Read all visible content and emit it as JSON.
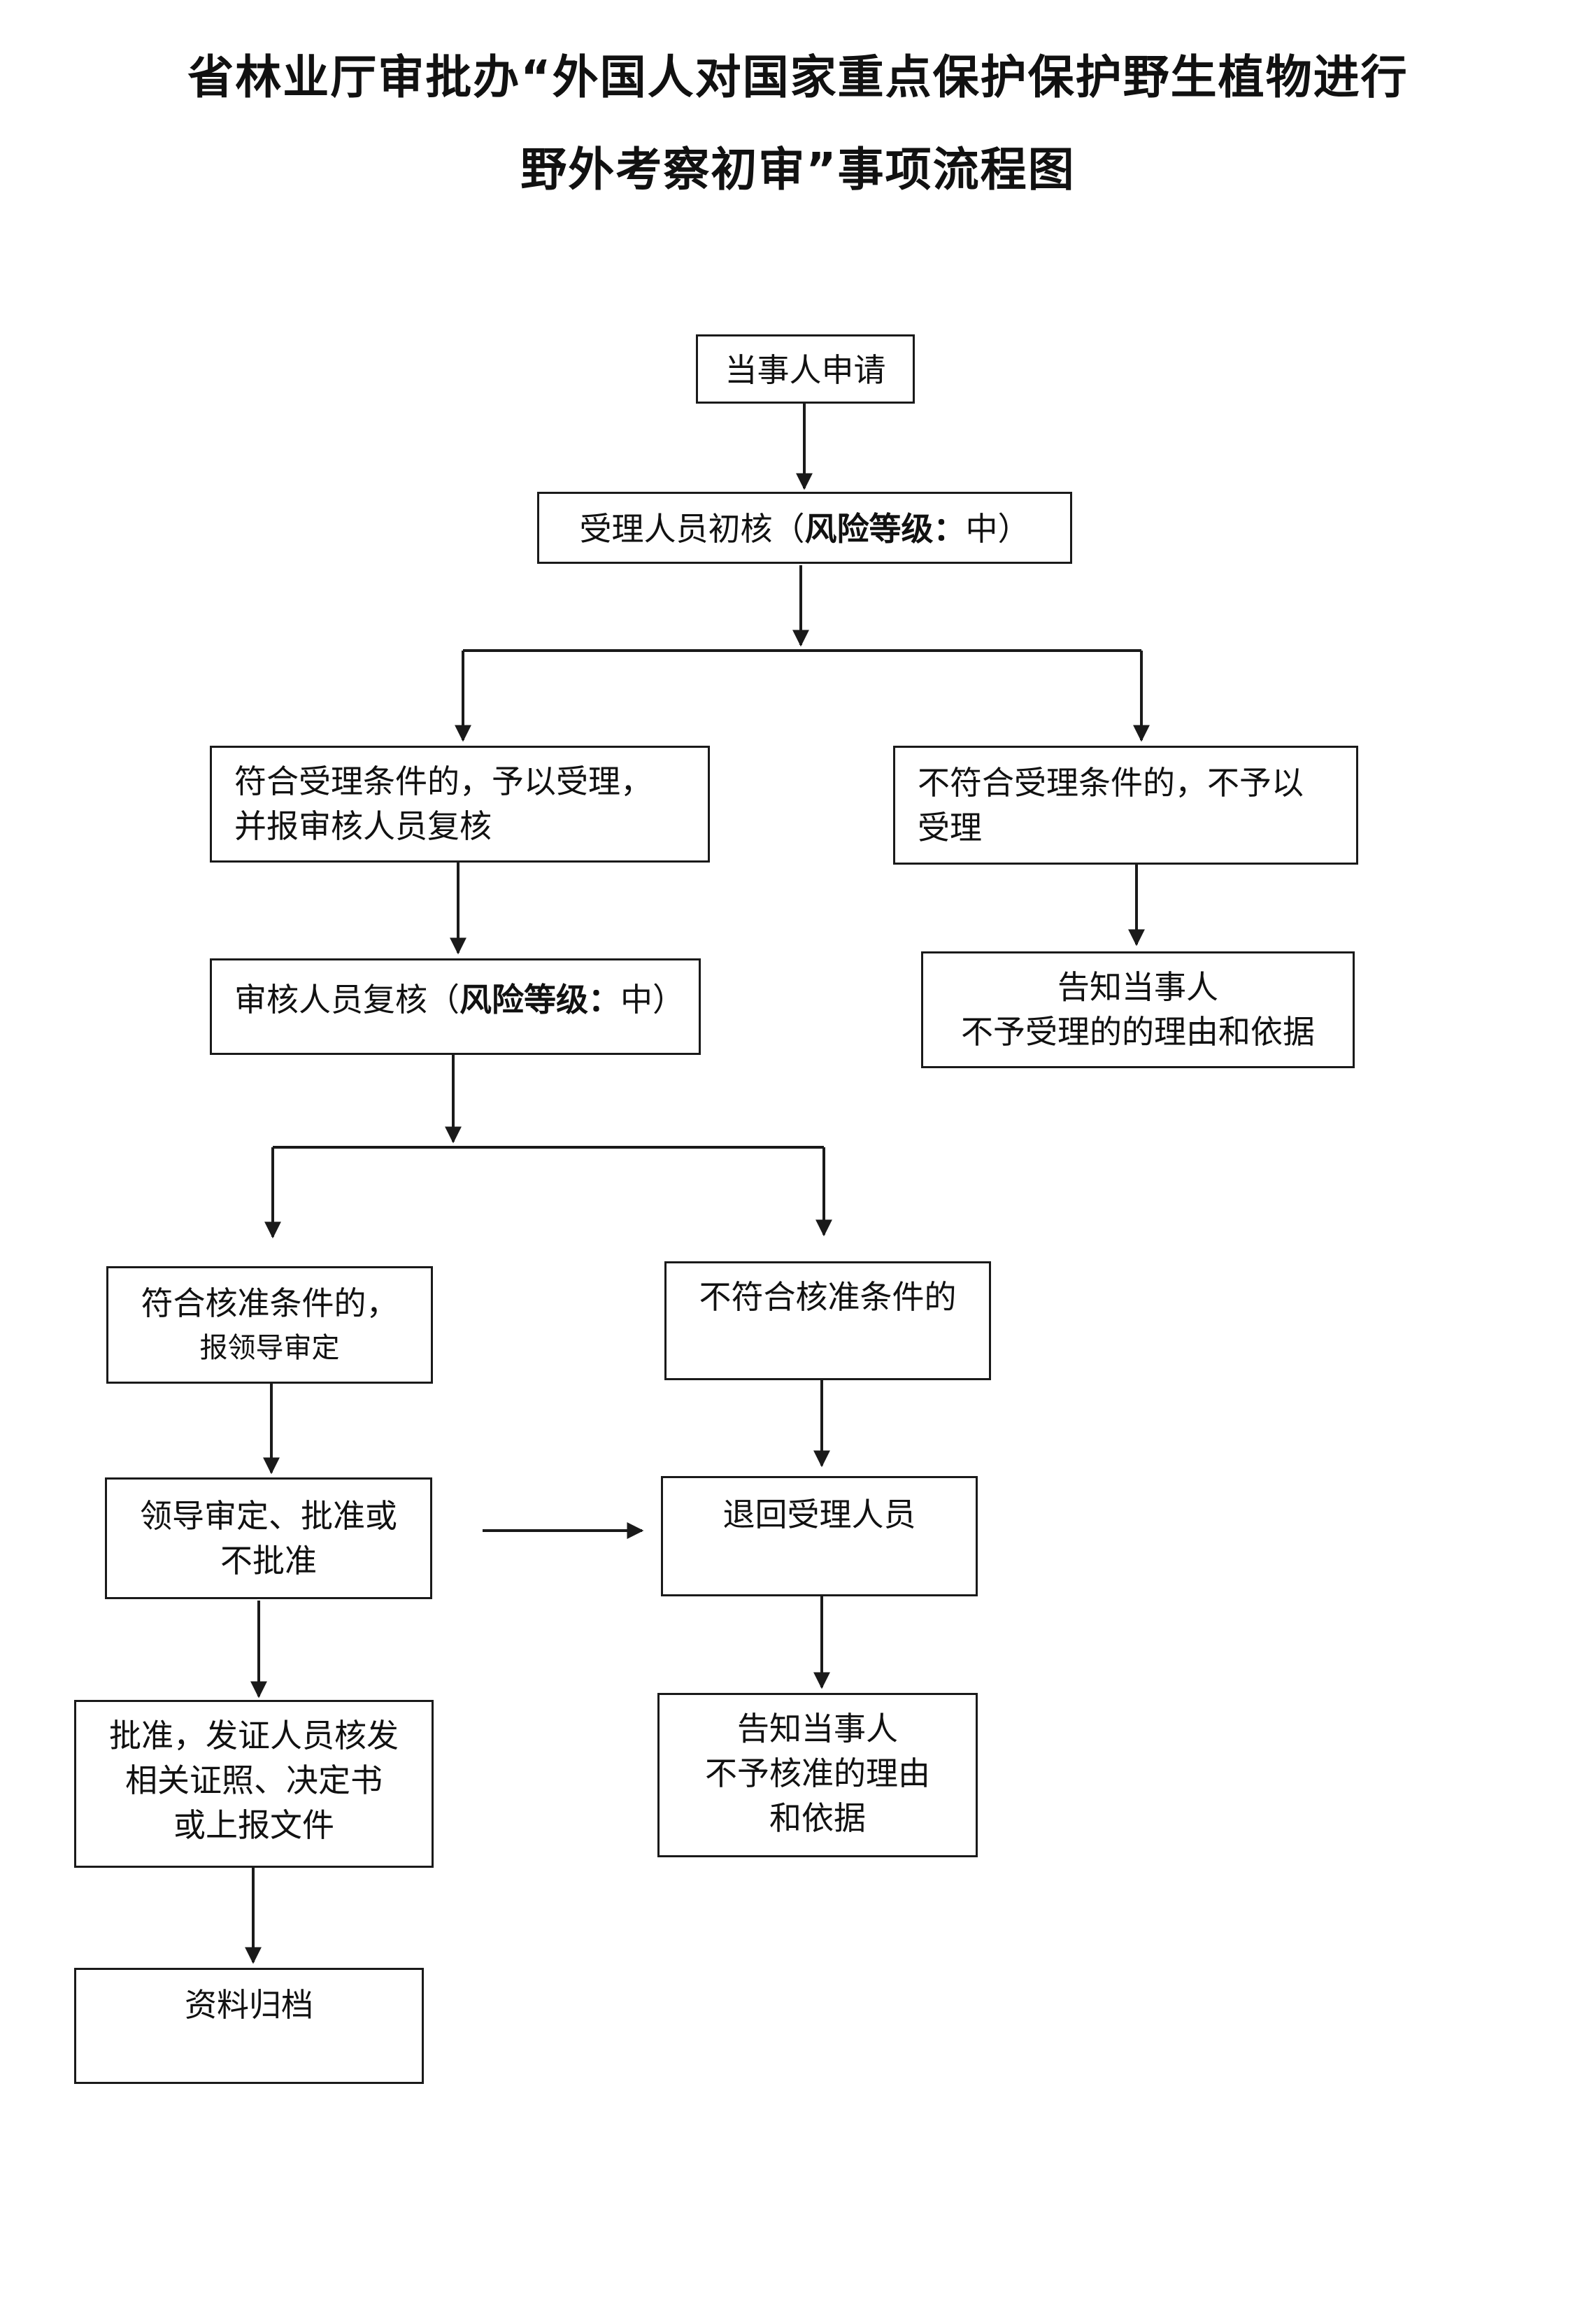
{
  "title": {
    "line1": "省林业厅审批办“外国人对国家重点保护保护野生植物进行",
    "line2": "野外考察初审”事项流程图"
  },
  "nodes": {
    "apply": {
      "text": "当事人申请"
    },
    "initial_review": {
      "prefix": "受理人员初核（",
      "bold": "风险等级：",
      "suffix": "中）"
    },
    "accept": {
      "line1": "符合受理条件的，予以受理，",
      "line2": "并报审核人员复核"
    },
    "reject_accept": {
      "line1": "不符合受理条件的，不予以",
      "line2": "受理"
    },
    "notify_no_accept": {
      "line1": "告知当事人",
      "line2": "不予受理的的理由和依据"
    },
    "recheck": {
      "prefix": "审核人员复核（",
      "bold": "风险等级：",
      "suffix": "中）"
    },
    "approve_ok": {
      "line1": "符合核准条件的，",
      "line2": "报领导审定"
    },
    "approve_not_ok": {
      "text": "不符合核准条件的"
    },
    "leader": {
      "line1": "领导审定、批准或",
      "line2": "不批准"
    },
    "return": {
      "text": "退回受理人员"
    },
    "issue": {
      "line1": "批准，发证人员核发",
      "line2": "相关证照、决定书",
      "line3": "或上报文件"
    },
    "notify_no_approve": {
      "line1": "告知当事人",
      "line2": "不予核准的理由",
      "line3": "和依据"
    },
    "archive": {
      "text": "资料归档"
    }
  },
  "colors": {
    "line": "#1a1a1a",
    "background": "#ffffff"
  }
}
